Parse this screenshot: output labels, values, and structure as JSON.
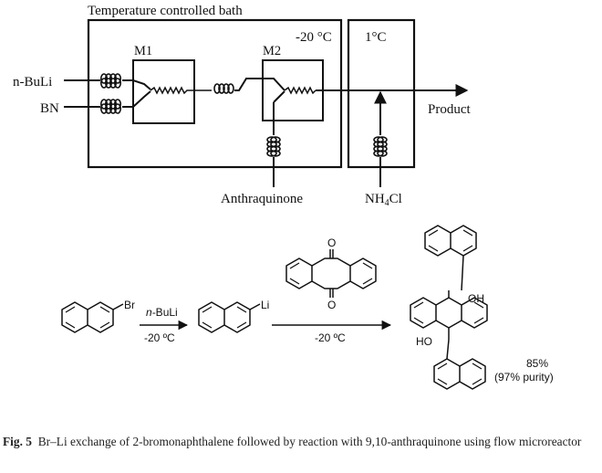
{
  "flow_diagram": {
    "bath_label": "Temperature controlled bath",
    "bath_temperature": "-20 °C",
    "quench_temperature": "1°C",
    "mixer_1": "M1",
    "mixer_2": "M2",
    "inlet_1": "n-BuLi",
    "inlet_2": "BN",
    "reagent_inlet": "Anthraquinone",
    "quench_reagent_main": "NH",
    "quench_reagent_sub": "4",
    "quench_reagent_end": "Cl",
    "outlet": "Product"
  },
  "reaction_scheme": {
    "substituent_br": "Br",
    "substituent_li": "Li",
    "reagent_1_italic": "n",
    "reagent_1_rest": "-BuLi",
    "step_1_temp": "-20 ºC",
    "step_2_temp": "-20 ºC",
    "carbonyl_o": "O",
    "oh_top": "OH",
    "oh_bottom": "HO",
    "yield": "85%",
    "purity": "(97% purity)"
  },
  "caption": {
    "label": "Fig. 5",
    "text": "Br–Li exchange of 2-bromonaphthalene followed by reaction with 9,10-anthraquinone using flow microreactor"
  }
}
